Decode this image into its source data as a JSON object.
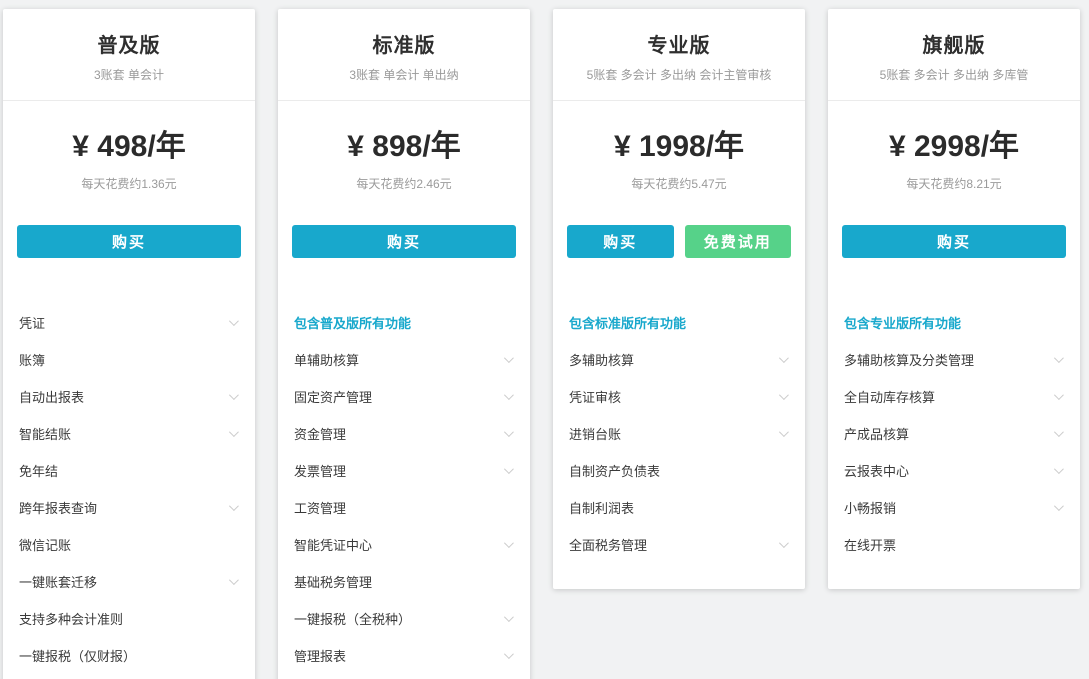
{
  "colors": {
    "accent": "#18a8cc",
    "trial_green": "#56d289",
    "page_background": "#f1f2f3",
    "card_background": "#ffffff",
    "muted_text": "#9a9a9a"
  },
  "plans": [
    {
      "name": "普及版",
      "subtitle": "3账套 单会计",
      "price": "¥ 498/年",
      "daily_cost": "每天花费约1.36元",
      "buy_label": "购买",
      "trial_label": "",
      "features": [
        {
          "label": "凭证",
          "expandable": true,
          "highlight": false
        },
        {
          "label": "账簿",
          "expandable": false,
          "highlight": false
        },
        {
          "label": "自动出报表",
          "expandable": true,
          "highlight": false
        },
        {
          "label": "智能结账",
          "expandable": true,
          "highlight": false
        },
        {
          "label": "免年结",
          "expandable": false,
          "highlight": false
        },
        {
          "label": "跨年报表查询",
          "expandable": true,
          "highlight": false
        },
        {
          "label": "微信记账",
          "expandable": false,
          "highlight": false
        },
        {
          "label": "一键账套迁移",
          "expandable": true,
          "highlight": false
        },
        {
          "label": "支持多种会计准则",
          "expandable": false,
          "highlight": false
        },
        {
          "label": "一键报税（仅财报）",
          "expandable": false,
          "highlight": false
        }
      ]
    },
    {
      "name": "标准版",
      "subtitle": "3账套 单会计 单出纳",
      "price": "¥ 898/年",
      "daily_cost": "每天花费约2.46元",
      "buy_label": "购买",
      "trial_label": "",
      "features": [
        {
          "label": "包含普及版所有功能",
          "expandable": false,
          "highlight": true
        },
        {
          "label": "单辅助核算",
          "expandable": true,
          "highlight": false
        },
        {
          "label": "固定资产管理",
          "expandable": true,
          "highlight": false
        },
        {
          "label": "资金管理",
          "expandable": true,
          "highlight": false
        },
        {
          "label": "发票管理",
          "expandable": true,
          "highlight": false
        },
        {
          "label": "工资管理",
          "expandable": false,
          "highlight": false
        },
        {
          "label": "智能凭证中心",
          "expandable": true,
          "highlight": false
        },
        {
          "label": "基础税务管理",
          "expandable": false,
          "highlight": false
        },
        {
          "label": "一键报税（全税种）",
          "expandable": true,
          "highlight": false
        },
        {
          "label": "管理报表",
          "expandable": true,
          "highlight": false
        }
      ]
    },
    {
      "name": "专业版",
      "subtitle": "5账套 多会计 多出纳 会计主管审核",
      "price": "¥ 1998/年",
      "daily_cost": "每天花费约5.47元",
      "buy_label": "购买",
      "trial_label": "免费试用",
      "features": [
        {
          "label": "包含标准版所有功能",
          "expandable": false,
          "highlight": true
        },
        {
          "label": "多辅助核算",
          "expandable": true,
          "highlight": false
        },
        {
          "label": "凭证审核",
          "expandable": true,
          "highlight": false
        },
        {
          "label": "进销台账",
          "expandable": true,
          "highlight": false
        },
        {
          "label": "自制资产负债表",
          "expandable": false,
          "highlight": false
        },
        {
          "label": "自制利润表",
          "expandable": false,
          "highlight": false
        },
        {
          "label": "全面税务管理",
          "expandable": true,
          "highlight": false
        }
      ]
    },
    {
      "name": "旗舰版",
      "subtitle": "5账套 多会计 多出纳 多库管",
      "price": "¥ 2998/年",
      "daily_cost": "每天花费约8.21元",
      "buy_label": "购买",
      "trial_label": "",
      "features": [
        {
          "label": "包含专业版所有功能",
          "expandable": false,
          "highlight": true
        },
        {
          "label": "多辅助核算及分类管理",
          "expandable": true,
          "highlight": false
        },
        {
          "label": "全自动库存核算",
          "expandable": true,
          "highlight": false
        },
        {
          "label": "产成品核算",
          "expandable": true,
          "highlight": false
        },
        {
          "label": "云报表中心",
          "expandable": true,
          "highlight": false
        },
        {
          "label": "小畅报销",
          "expandable": true,
          "highlight": false
        },
        {
          "label": "在线开票",
          "expandable": false,
          "highlight": false
        }
      ]
    }
  ]
}
